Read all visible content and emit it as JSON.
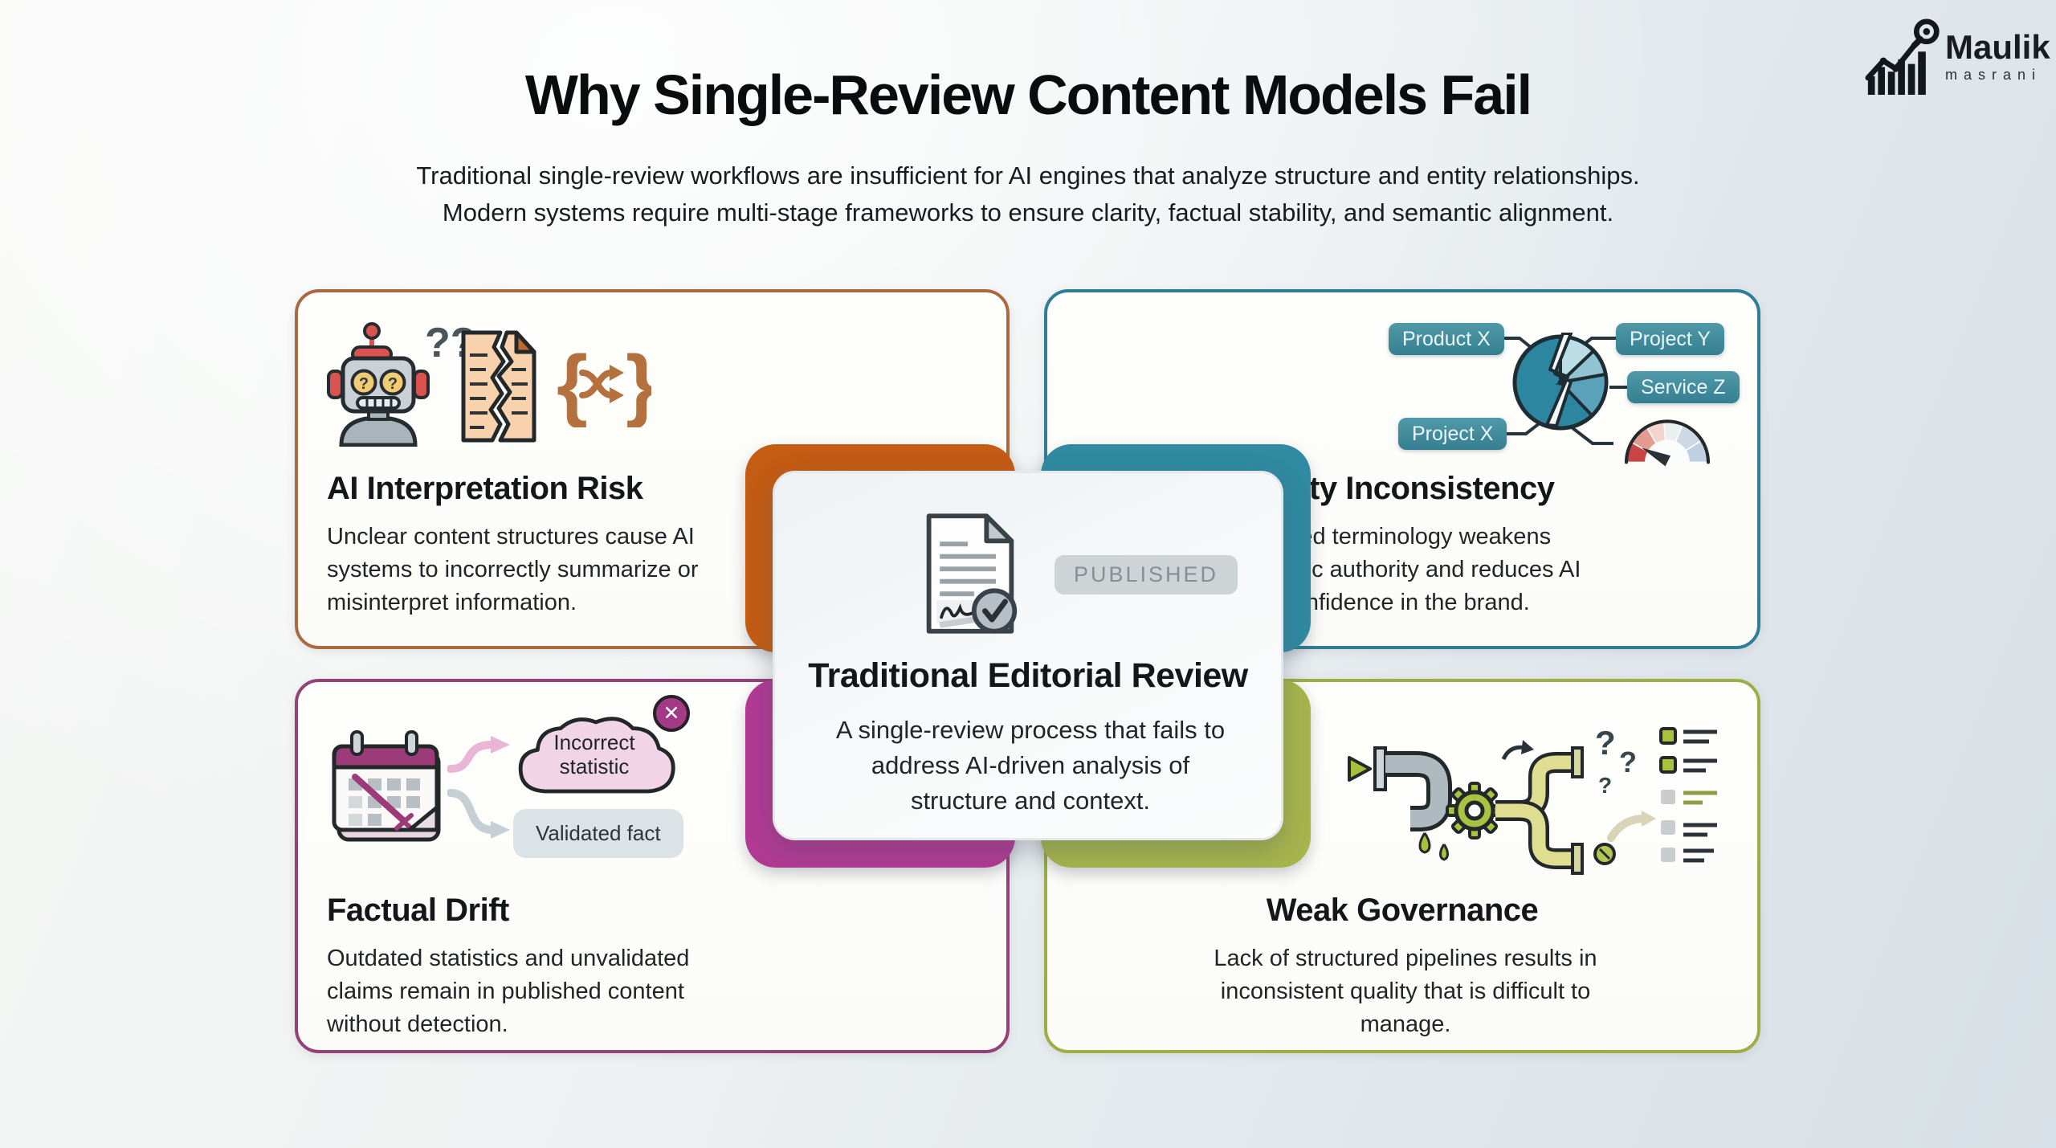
{
  "page": {
    "title": "Why Single-Review Content Models Fail",
    "subtitle_line1": "Traditional single-review workflows are insufficient for AI engines that analyze structure and entity relationships.",
    "subtitle_line2": "Modern systems require multi-stage frameworks to ensure clarity, factual stability, and semantic alignment."
  },
  "logo": {
    "name": "Maulik",
    "subname": "masrani"
  },
  "center_card": {
    "badge": "PUBLISHED",
    "title": "Traditional Editorial Review",
    "body": "A single-review process that fails to address AI-driven analysis of structure and context."
  },
  "cards": {
    "ai_interpretation": {
      "title": "AI Interpretation Risk",
      "body": "Unclear content structures cause AI systems to incorrectly summarize or misinterpret information.",
      "question_marks": "??",
      "eye_left": "?",
      "eye_right": "?"
    },
    "entity_inconsistency": {
      "title": "Entity Inconsistency",
      "body": "Varied terminology weakens semantic authority and reduces AI confidence in the brand.",
      "labels": [
        "Product X",
        "Project Y",
        "Service Z",
        "Project X"
      ]
    },
    "factual_drift": {
      "title": "Factual Drift",
      "body": "Outdated statistics and unvalidated claims remain in published content without detection.",
      "cloud_label": "Incorrect statistic",
      "fact_label": "Validated fact",
      "x_mark": "✕"
    },
    "weak_governance": {
      "title": "Weak Governance",
      "body": "Lack of structured pipelines results in inconsistent quality that is difficult to manage.",
      "question_marks": [
        "?",
        "?",
        "?"
      ]
    }
  },
  "colors": {
    "accent_orange": "#c45c14",
    "accent_teal": "#2f8aa2",
    "accent_magenta": "#b13a93",
    "accent_olive": "#a6b54c",
    "border_orange": "#aa6a40",
    "border_teal": "#2f7e95",
    "border_magenta": "#944079",
    "border_olive": "#9fae44",
    "badge_bg": "#ced3d6",
    "badge_text": "#878e94",
    "pill_teal": "#3f8ca0",
    "cloud_pink": "#f2d4e7",
    "fact_gray": "#dbe3e6"
  }
}
